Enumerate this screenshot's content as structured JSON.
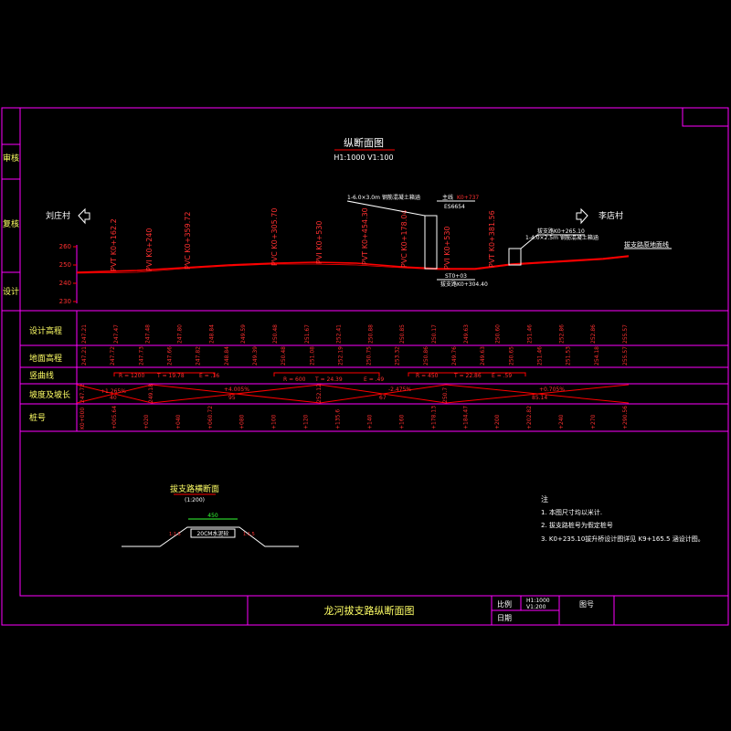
{
  "drawing": {
    "title": "纵断面图",
    "title_scale": "H1:1000 V1:100",
    "side_stamps": [
      "审核",
      "复核",
      "设计"
    ],
    "left_place": "刘庄村",
    "right_place": "李店村",
    "ground_line_label": "拔支路原地面线",
    "bridge1_label": "1-6.0×3.0m 钢筋混凝土箱涵",
    "bridge1_tag": "主线",
    "bridge1_tag_value": "K0+737",
    "bridge1_code": "ES6654",
    "bridge1_bottom": "ST0+03",
    "bridge1_start": "拔支路K0+304.40",
    "bridge2_label_a": "拔支路K0+265.10",
    "bridge2_label_b": "1-4.0×2.5m 钢筋混凝土箱涵",
    "y_ticks": [
      "260",
      "250",
      "240",
      "230"
    ],
    "pvi_labels": [
      "PVT K0+162.2",
      "PVI K0+240",
      "PVC K0+359.72",
      "PVC K0+305.70",
      "PVI K0+530",
      "PVT K0+454.30",
      "PVC K0+178.04",
      "PVI K0+530",
      "PVT K0+381.56"
    ],
    "row_labels": {
      "design": "设计高程",
      "ground": "地面高程",
      "curve": "竖曲线",
      "slope": "坡度及坡长",
      "station": "桩号"
    },
    "design_values": [
      "247.21",
      "247.47",
      "247.48",
      "247.80",
      "248.84",
      "249.59",
      "250.48",
      "251.67",
      "252.41",
      "250.88",
      "250.85",
      "250.17",
      "249.63",
      "250.60",
      "251.46",
      "252.86",
      "252.86",
      "255.57"
    ],
    "ground_values": [
      "247.21",
      "247.72",
      "247.73",
      "247.66",
      "247.82",
      "248.84",
      "249.39",
      "250.48",
      "251.08",
      "252.19",
      "250.75",
      "253.32",
      "250.86",
      "249.76",
      "249.63",
      "250.65",
      "251.46",
      "251.53",
      "254.18",
      "255.57"
    ],
    "curves": [
      {
        "r": "R = 1200",
        "t": "T = 19.78",
        "e": "E = .16"
      },
      {
        "r": "R = 600",
        "t": "T = 24.39",
        "e": "E = .49"
      },
      {
        "r": "R = 450",
        "t": "T = 22.86",
        "e": "E = .59"
      }
    ],
    "slopes": [
      {
        "pct": "+1.265%",
        "len": "40"
      },
      {
        "pct": "+4.005%",
        "len": "95"
      },
      {
        "pct": "-2.475%",
        "len": "67"
      },
      {
        "pct": "+0.705%",
        "len": "85.14"
      }
    ],
    "slope_break_elev": [
      "247.72",
      "249.18",
      "252.12",
      "250.7"
    ],
    "stations": [
      "K0+000",
      "+005.64",
      "+020",
      "+040",
      "+060.72",
      "+080",
      "+100",
      "+120",
      "+135.6",
      "+140",
      "+160",
      "+178.13",
      "+184.47",
      "+200",
      "+202.82",
      "+240",
      "+270",
      "+290.56"
    ],
    "cross_section": {
      "title": "拔支路横断面",
      "scale": "(1:200)",
      "width": "450",
      "layer": "20CM水泥砼",
      "slope_left": "1:1.5",
      "slope_right": "1:1.5"
    },
    "notes": {
      "heading": "注",
      "items": [
        "1. 本图尺寸均以米计.",
        "2. 拔支路桩号为假定桩号",
        "3. K0+235.10拔升桥设计图详见 K9+165.5 涵设计图。"
      ]
    },
    "footer": {
      "drawing_name": "龙河拔支路纵断面图",
      "scale_label": "比例",
      "scale_h": "H1:1000",
      "scale_v": "V1:200",
      "date_label": "日期",
      "sheet_label": "图号"
    }
  }
}
